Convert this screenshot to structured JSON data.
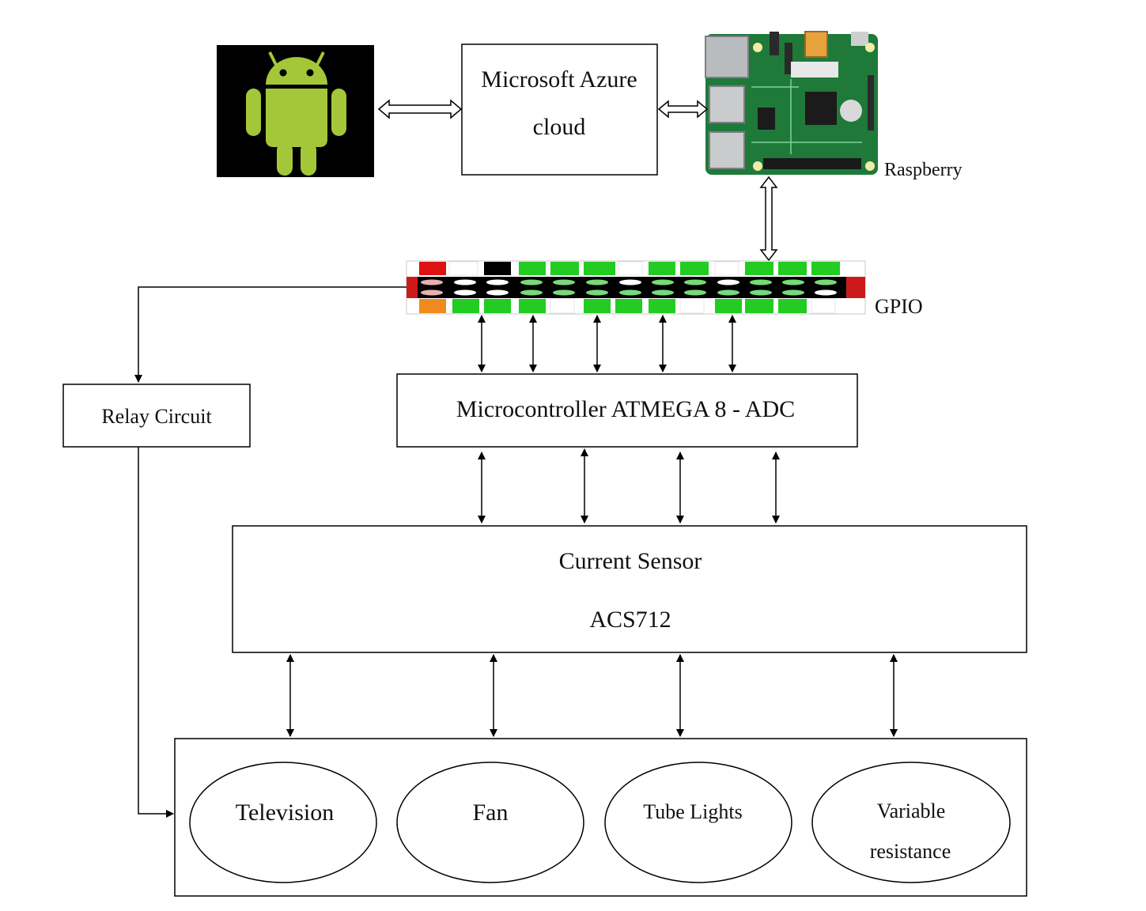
{
  "diagram": {
    "blocks": {
      "cloud": {
        "line1": "Microsoft Azure",
        "line2": "cloud"
      },
      "raspberry": {
        "label": "Raspberry"
      },
      "gpio": {
        "label": "GPIO"
      },
      "relay": {
        "label": "Relay Circuit"
      },
      "microcontroller": {
        "label": "Microcontroller ATMEGA 8 - ADC"
      },
      "sensor": {
        "line1": "Current Sensor",
        "line2": "ACS712"
      }
    },
    "devices": [
      {
        "label": "Television"
      },
      {
        "label": "Fan"
      },
      {
        "label": "Tube Lights"
      },
      {
        "line1": "Variable",
        "line2": "resistance"
      }
    ],
    "icons": {
      "android": "android-robot-icon",
      "board": "raspberry-pi-board-image",
      "header": "gpio-pin-header-image"
    },
    "colors": {
      "android_green": "#a4c639",
      "android_bg": "#000000",
      "board_green": "#1f7a3a",
      "pin_green": "#22cc22",
      "pin_red": "#dd1111",
      "pin_orange": "#f08a1c",
      "header_black": "#000000",
      "line": "#000000"
    }
  }
}
